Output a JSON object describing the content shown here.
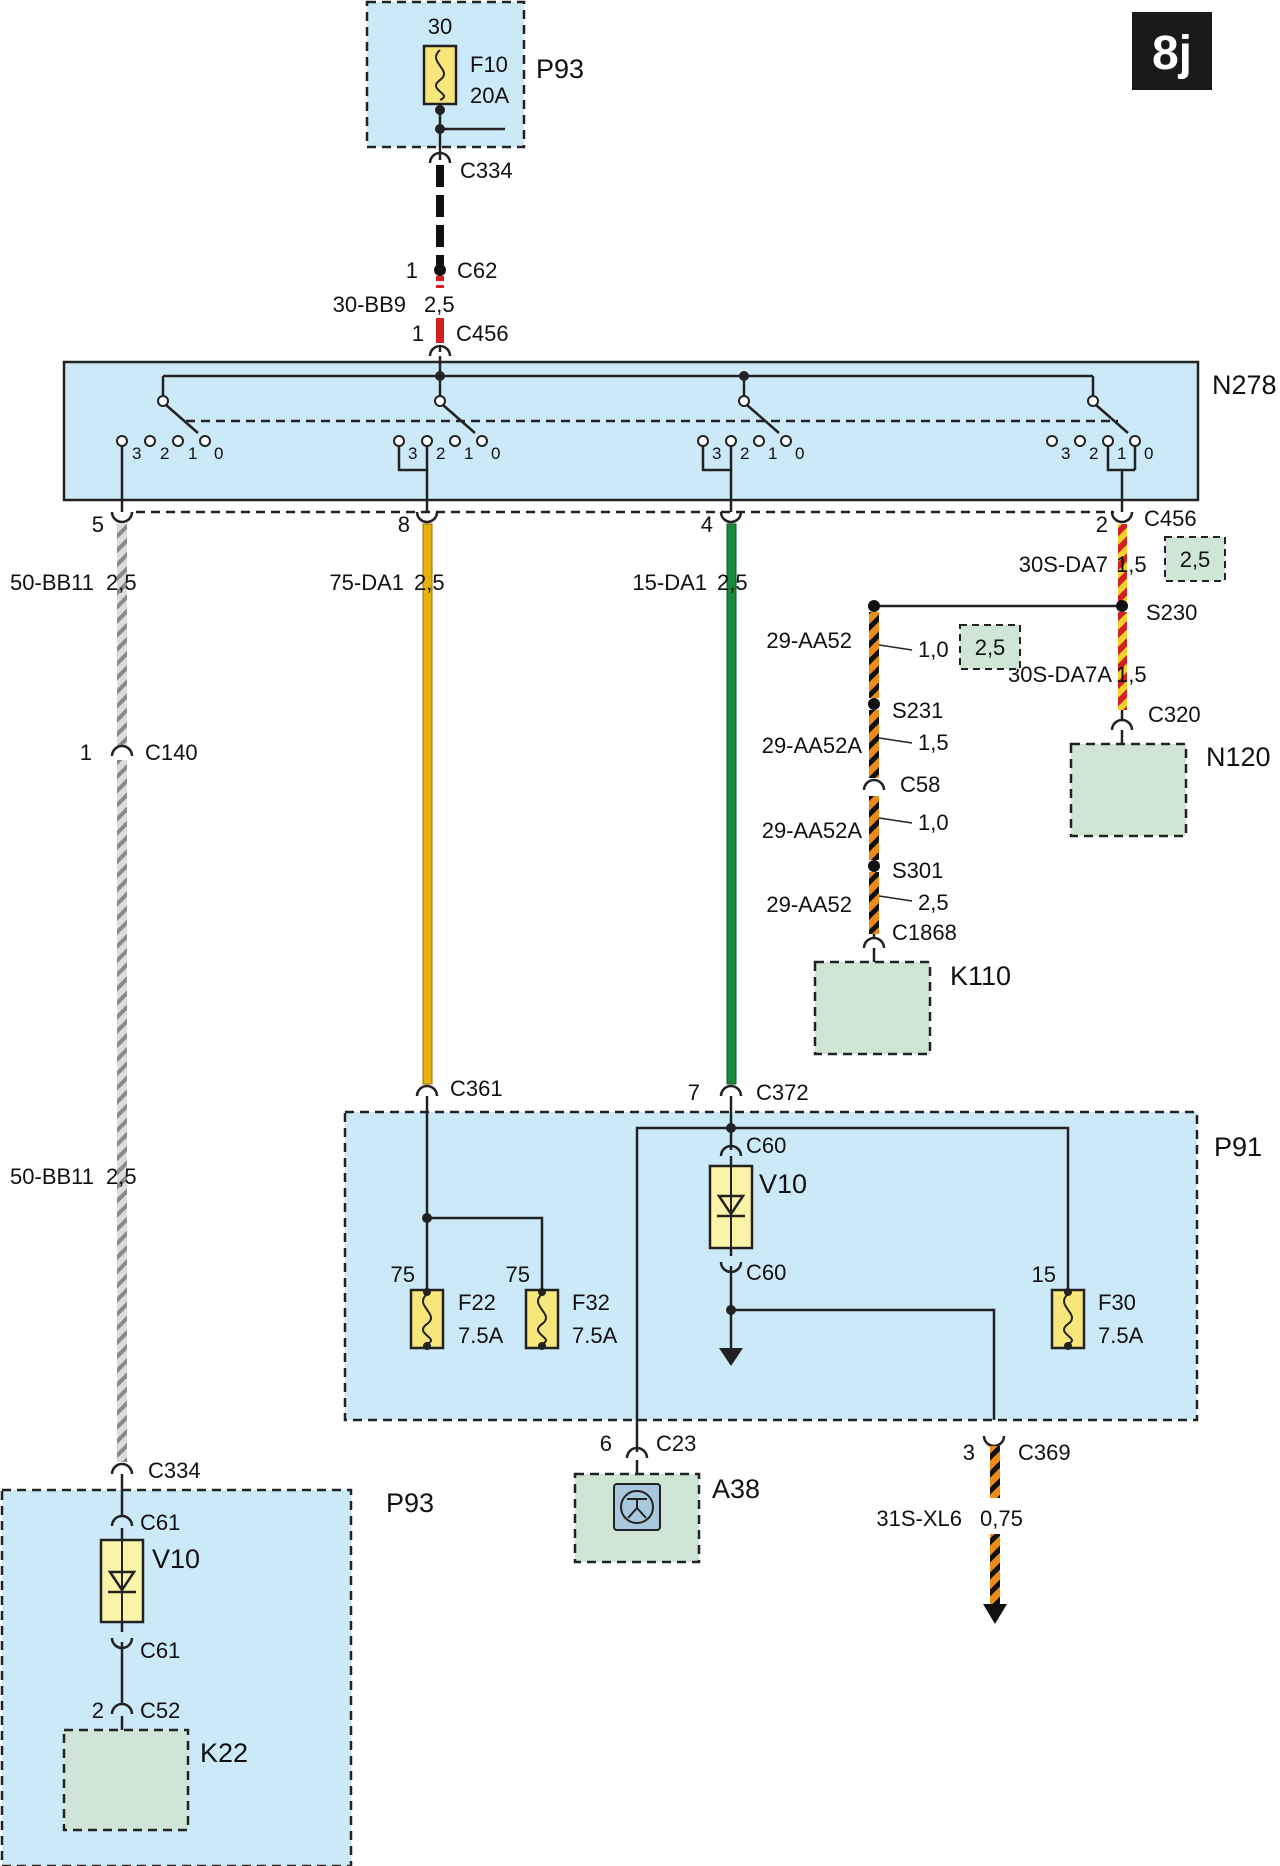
{
  "page_badge": "8j",
  "colors": {
    "module_fill": "#cce9f8",
    "component_fill": "#cfe6d6",
    "fuse_fill": "#f7e67a",
    "diode_fill": "#fbf4a8",
    "wire_yellow": "#e8b00a",
    "wire_green": "#1a8a3a",
    "wire_red": "#d42020",
    "wire_orange": "#ee8a1a",
    "wire_gray": "#b8b8b8"
  },
  "top": {
    "module": "P93",
    "pin": "30",
    "fuse": "F10",
    "fuse_rating": "20A",
    "conn_c334": "C334",
    "c62_pin": "1",
    "c62": "C62",
    "wire": "30-BB9",
    "wire_size": "2,5",
    "c456_pin": "1",
    "c456": "C456"
  },
  "switch": {
    "module": "N278",
    "positions": [
      "3",
      "2",
      "1",
      "0"
    ],
    "pin_5": "5",
    "pin_8": "8",
    "pin_4": "4",
    "pin_2": "2",
    "conn": "C456"
  },
  "wires": {
    "left_name": "50-BB11",
    "left_size": "2,5",
    "yellow_name": "75-DA1",
    "yellow_size": "2,5",
    "green_name": "15-DA1",
    "green_size": "2,5",
    "right_name": "30S-DA7",
    "right_size": "1,5",
    "right_box": "2,5"
  },
  "c140": {
    "pin": "1",
    "name": "C140"
  },
  "branch": {
    "s230": "S230",
    "w1_name": "29-AA52",
    "w1_size": "1,0",
    "w1_box": "2,5",
    "w_n120_name": "30S-DA7A",
    "w_n120_size": "1,5",
    "c320": "C320",
    "n120": "N120",
    "s231": "S231",
    "w2_name": "29-AA52A",
    "w2_size": "1,5",
    "c58": "C58",
    "w3_name": "29-AA52A",
    "w3_size": "1,0",
    "s301": "S301",
    "w4_name": "29-AA52",
    "w4_size": "2,5",
    "c1868": "C1868",
    "k110": "K110"
  },
  "p91": {
    "module": "P91",
    "c361": "C361",
    "c372_pin": "7",
    "c372": "C372",
    "c60_top": "C60",
    "c60_bottom": "C60",
    "diode": "V10",
    "f22_pin": "75",
    "f22": "F22",
    "f22_rating": "7.5A",
    "f32_pin": "75",
    "f32": "F32",
    "f32_rating": "7.5A",
    "f30_pin": "15",
    "f30": "F30",
    "f30_rating": "7.5A"
  },
  "a38": {
    "pin": "6",
    "conn": "C23",
    "name": "A38"
  },
  "ground": {
    "pin": "3",
    "conn": "C369",
    "wire": "31S-XL6",
    "size": "0,75"
  },
  "left_lower": {
    "wire_name": "50-BB11",
    "wire_size": "2,5",
    "c334": "C334",
    "module": "P93",
    "c61_top": "C61",
    "diode": "V10",
    "c61_bottom": "C61",
    "c52_pin": "2",
    "c52": "C52",
    "k22": "K22"
  }
}
